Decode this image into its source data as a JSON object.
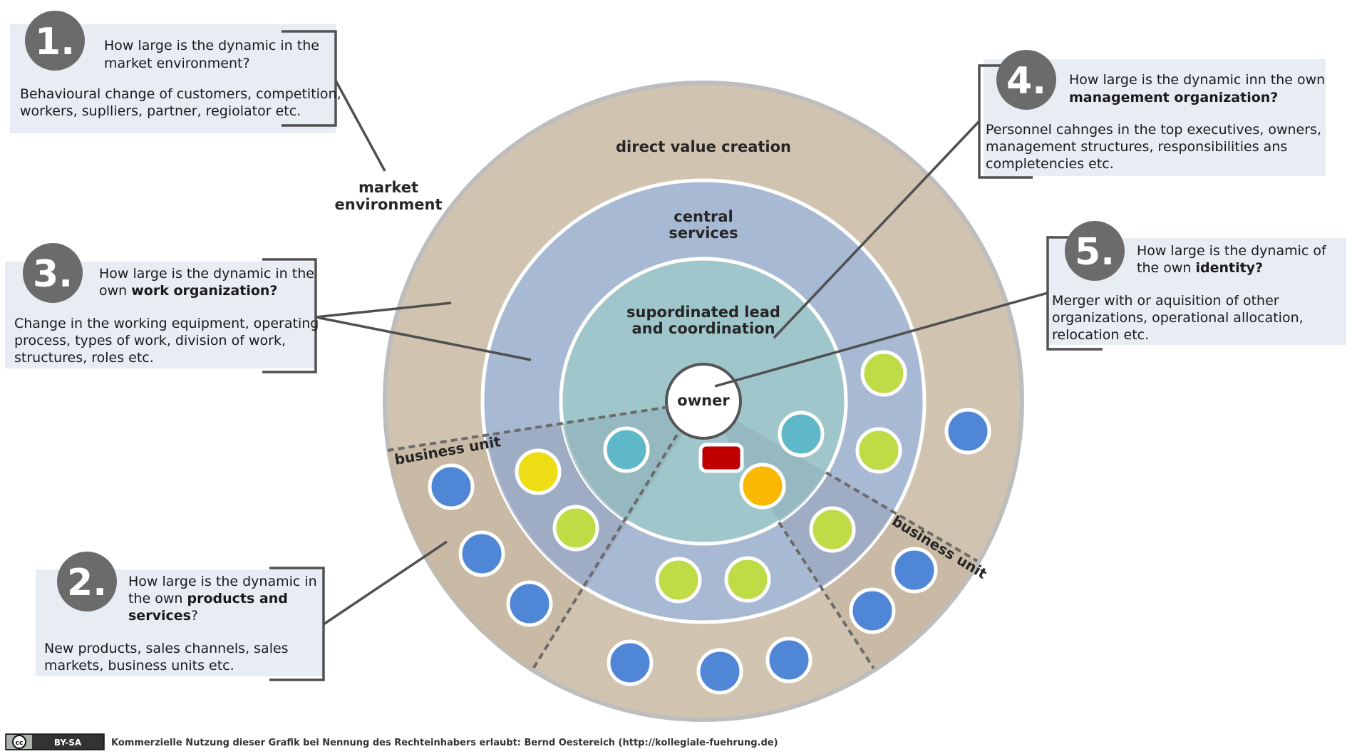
{
  "rings": {
    "outer_label": "direct value creation",
    "middle_label_1": "central",
    "middle_label_2": "services",
    "inner_label_1": "supordinated lead",
    "inner_label_2": "and coordination",
    "center_label": "owner"
  },
  "market_label_1": "market",
  "market_label_2": "environment",
  "business_unit_label": "business unit",
  "questions": [
    {
      "number": "1.",
      "q_line1": "How large is the dynamic in the",
      "q_bold": "market environment?",
      "d_line1": "Behavioural change of customers, competition,",
      "d_line2": "workers, suplliers, partner, regiolator etc."
    },
    {
      "number": "2.",
      "q_line1": "How large is the dynamic in",
      "q_line2_pre": "the own ",
      "q_line2_bold": "products and",
      "q_line3_bold": "services",
      "q_line3_post": "?",
      "d_line1": "New products, sales channels, sales",
      "d_line2": "markets, business units etc."
    },
    {
      "number": "3.",
      "q_line1": "How large is the dynamic in the",
      "q_line2_pre": "own ",
      "q_line2_bold": "work organization?",
      "d_line1": "Change in the working equipment, operating",
      "d_line2": "process, types of work, division of work,",
      "d_line3": "structures, roles etc."
    },
    {
      "number": "4.",
      "q_line1": "How large is the dynamic inn the own",
      "q_bold": "management organization?",
      "d_line1": "Personnel cahnges in the top executives, owners,",
      "d_line2": "management structures, responsibilities ans",
      "d_line3": "completencies etc."
    },
    {
      "number": "5.",
      "q_line1": "How large is the dynamic of",
      "q_line2_pre": "the own ",
      "q_line2_bold": "identity?",
      "d_line1": "Merger with or aquisition of other",
      "d_line2": "organizations, operational allocation,",
      "d_line3": "relocation etc."
    }
  ],
  "footer": {
    "license": "BY-SA",
    "cc": "cc",
    "text": "Kommerzielle Nutzung dieser Grafik bei Nennung des Rechteinhabers erlaubt: Bernd Oestereich (http://kollegiale-fuehrung.de)"
  },
  "colors": {
    "outer_ring": "#d0c4b1",
    "middle_ring": "#a7b9d3",
    "inner_ring": "#9fc6cb",
    "question_box": "#e8edf3",
    "number_badge": "#6b6b6b",
    "dot_blue": "#4f86d6",
    "dot_green": "#bfdb45",
    "dot_teal": "#5fb8c8",
    "dot_yellow": "#eedc14",
    "dot_orange": "#fbb800",
    "rect_red": "#c00000"
  }
}
